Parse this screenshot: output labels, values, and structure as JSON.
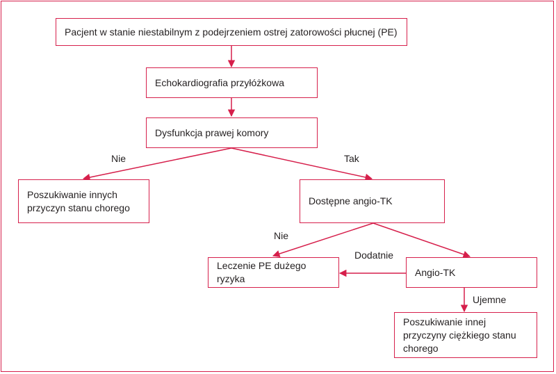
{
  "colors": {
    "accent": "#d61f4b",
    "text": "#231f20"
  },
  "nodes": {
    "patient": "Pacjent w stanie niestabilnym z podejrzeniem ostrej zatorowości płucnej (PE)",
    "echo": "Echokardiografia przyłóżkowa",
    "rv": "Dysfunkcja prawej komory",
    "other_causes": "Poszukiwanie innych przyczyn stanu chorego",
    "angio_available": "Dostępne angio-TK",
    "treatment": "Leczenie PE dużego ryzyka",
    "angio": "Angio-TK",
    "other_cause_severe": "Poszukiwanie innej przyczyny ciężkiego stanu chorego"
  },
  "edge_labels": {
    "rv_no": "Nie",
    "rv_yes": "Tak",
    "ct_no": "Nie",
    "positive": "Dodatnie",
    "negative": "Ujemne"
  }
}
